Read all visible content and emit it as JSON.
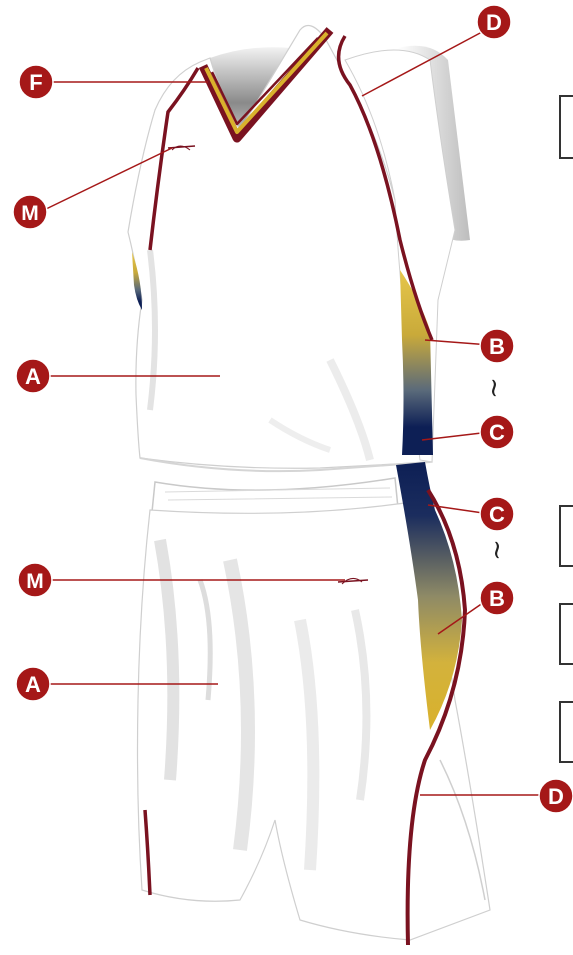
{
  "colors": {
    "maroon": "#7a1220",
    "badge": "#a51818",
    "gold": "#d9b12c",
    "navy": "#0d1f55",
    "shadow": "#dcdcdc"
  },
  "callouts": {
    "f_top": "F",
    "d_shoulder": "D",
    "m_jersey": "M",
    "a_jersey": "A",
    "b_jersey": "B",
    "c_jersey": "C",
    "c_shorts": "C",
    "m_shorts": "M",
    "b_shorts": "B",
    "a_shorts": "A",
    "d_shorts": "D"
  },
  "range_symbol": "~"
}
